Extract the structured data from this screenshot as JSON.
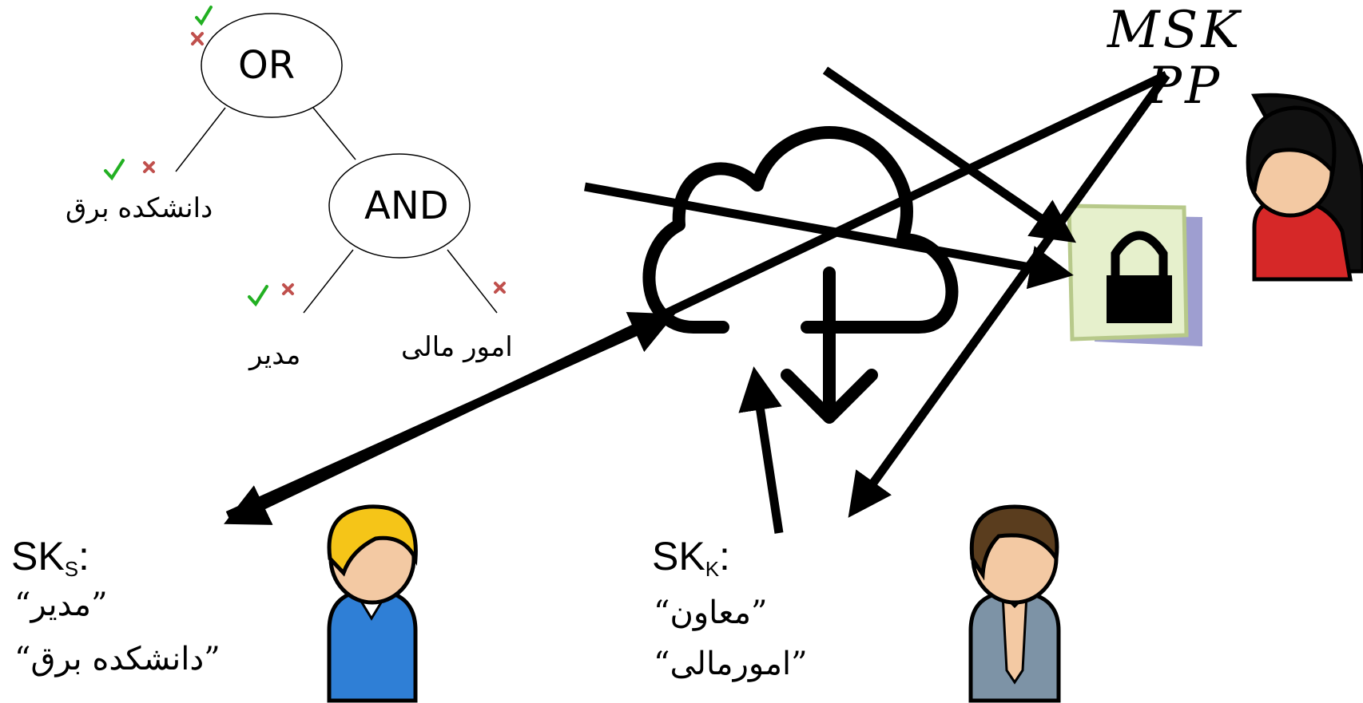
{
  "tree": {
    "root_label": "OR",
    "and_label": "AND",
    "leaf_faculty": "دانشکده برق",
    "leaf_manager": "مدیر",
    "leaf_finance": "امور مالی"
  },
  "authority": {
    "msk": "MSK",
    "pp": "PP"
  },
  "user_s": {
    "key_main": "SK",
    "key_sub": "S",
    "key_colon": ":",
    "attr1": "”مدیر“",
    "attr2": "”دانشکده برق“"
  },
  "user_k": {
    "key_main": "SK",
    "key_sub": "K",
    "key_colon": ":",
    "attr1": "”معاون“",
    "attr2": "”امورمالی“"
  },
  "colors": {
    "check": "#22b022",
    "cross": "#c0504d",
    "lock_paper": "#e6f0cc",
    "lock_border": "#b7c98a",
    "lock_shadow": "#9e9ed0",
    "blue_shirt": "#2f7fd6",
    "blond_hair": "#f5c518",
    "dark_hair": "#5a3d1e",
    "gray_jacket": "#7d93a6",
    "red_shirt": "#d62828",
    "skin": "#f3c9a3"
  },
  "icons": [
    "check-icon",
    "cross-icon",
    "cloud-download-icon",
    "lock-icon",
    "user-icon"
  ]
}
